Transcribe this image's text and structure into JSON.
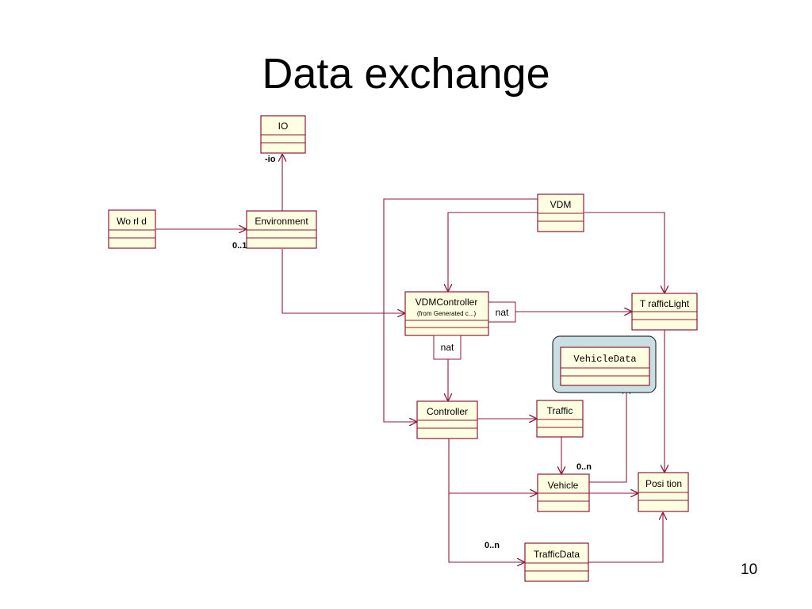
{
  "slide": {
    "title": "Data exchange",
    "page_number": "10"
  },
  "classes": {
    "io": "IO",
    "world": "Wo rl d",
    "environment": "Environment",
    "vdm": "VDM",
    "vdm_controller": "VDMController",
    "vdm_controller_sub": "(from Generated c...)",
    "traffic_light": "T rafficLight",
    "vehicle_data": "VehicleData",
    "controller": "Controller",
    "traffic": "Traffic",
    "vehicle": "Vehicle",
    "position": "Posi tion",
    "traffic_data": "TrafficData"
  },
  "labels": {
    "io_role": "-io",
    "env_mult": "0..1",
    "vehicle_mult": "0..n",
    "trafficdata_mult": "0..n",
    "qualifier_right": "nat",
    "qualifier_below": "nat"
  },
  "colors": {
    "class_fill": "#ffffe1",
    "class_stroke": "#8b1a3a",
    "highlight_fill": "#c9dfe3"
  }
}
